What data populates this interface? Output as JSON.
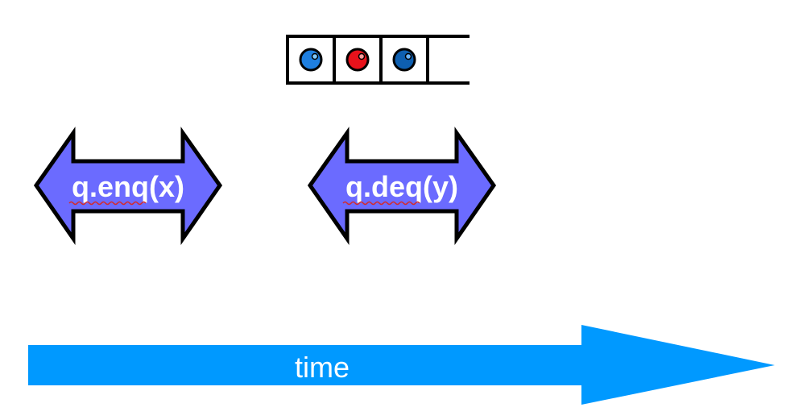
{
  "queue": {
    "items": [
      {
        "color": "#1e7fe0",
        "highlight": "#7fc8ff"
      },
      {
        "color": "#e8121b",
        "highlight": "#ff9a9a"
      },
      {
        "color": "#0e5fb0",
        "highlight": "#6ab4ff"
      }
    ],
    "empty_slots": 1
  },
  "operations": {
    "enq": {
      "label": "q.enq(x)",
      "fill": "#6b6bff"
    },
    "deq": {
      "label": "q.deq(y)",
      "fill": "#6b6bff"
    }
  },
  "timeline": {
    "label": "time",
    "fill": "#0099ff"
  },
  "colors": {
    "outline": "#000000",
    "spellcheck_underline": "#d42b2b"
  }
}
